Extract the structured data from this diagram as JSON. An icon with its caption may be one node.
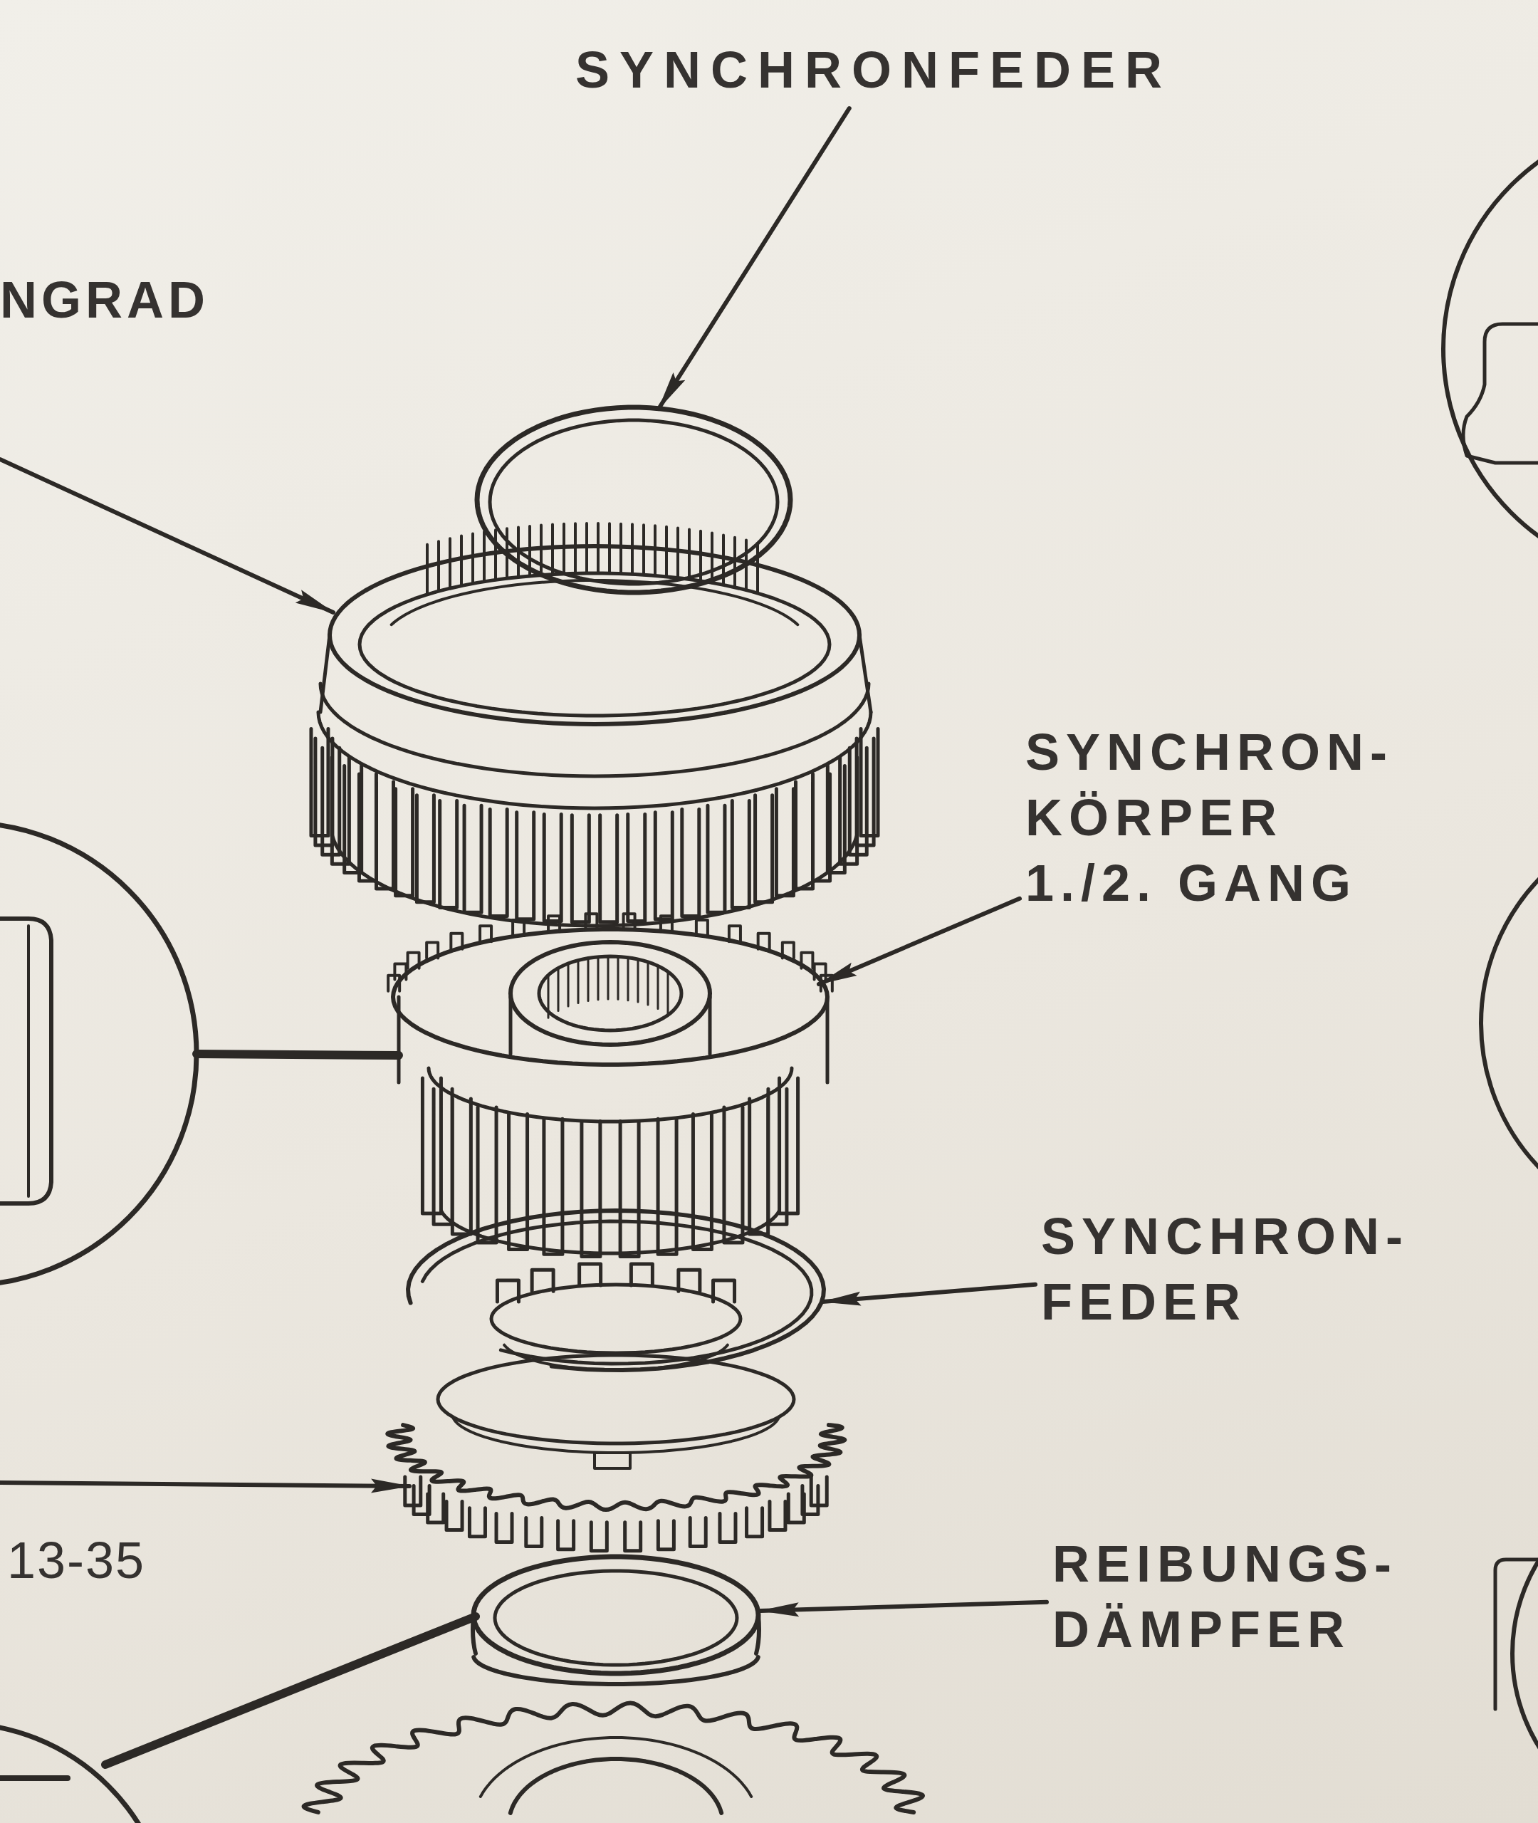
{
  "diagram": {
    "nodes": [
      {
        "text": [
          "SYNCHRONFEDER"
        ]
      },
      {
        "text": [],
        "shape": "picture"
      },
      {
        "text": [],
        "shape": "picture"
      },
      {
        "text": [
          "SYNCHRON- KÖRPER 1./2. GANG"
        ]
      },
      {
        "text": [],
        "shape": "picture"
      },
      {
        "text": [],
        "shape": "picture"
      },
      {
        "text": [
          "SYNCHRON- FEDER"
        ]
      },
      {
        "text": [],
        "shape": "picture"
      },
      {
        "text": [],
        "shape": "picture"
      },
      {
        "text": [
          "REIBUNGS- DÄMPFER"
        ]
      },
      {
        "text": [],
        "shape": "picture"
      },
      {
        "text": [],
        "shape": "picture"
      }
    ],
    "edges": [
      {
        "from": 0,
        "to": 1,
        "arrow": "to"
      },
      {
        "from": null,
        "to": 2,
        "arrow": "to"
      },
      {
        "from": 3,
        "to": 4,
        "arrow": "to"
      },
      {
        "from": 5,
        "to": 4,
        "arrow": "none",
        "style": "thick"
      },
      {
        "from": 6,
        "to": 7,
        "arrow": "to"
      },
      {
        "from": null,
        "to": 8,
        "arrow": "to"
      },
      {
        "from": 9,
        "to": 10,
        "arrow": "to"
      },
      {
        "from": 11,
        "to": 10,
        "arrow": "none",
        "style": "thick"
      }
    ],
    "labels": [
      "NGRAD",
      "13-35"
    ]
  }
}
